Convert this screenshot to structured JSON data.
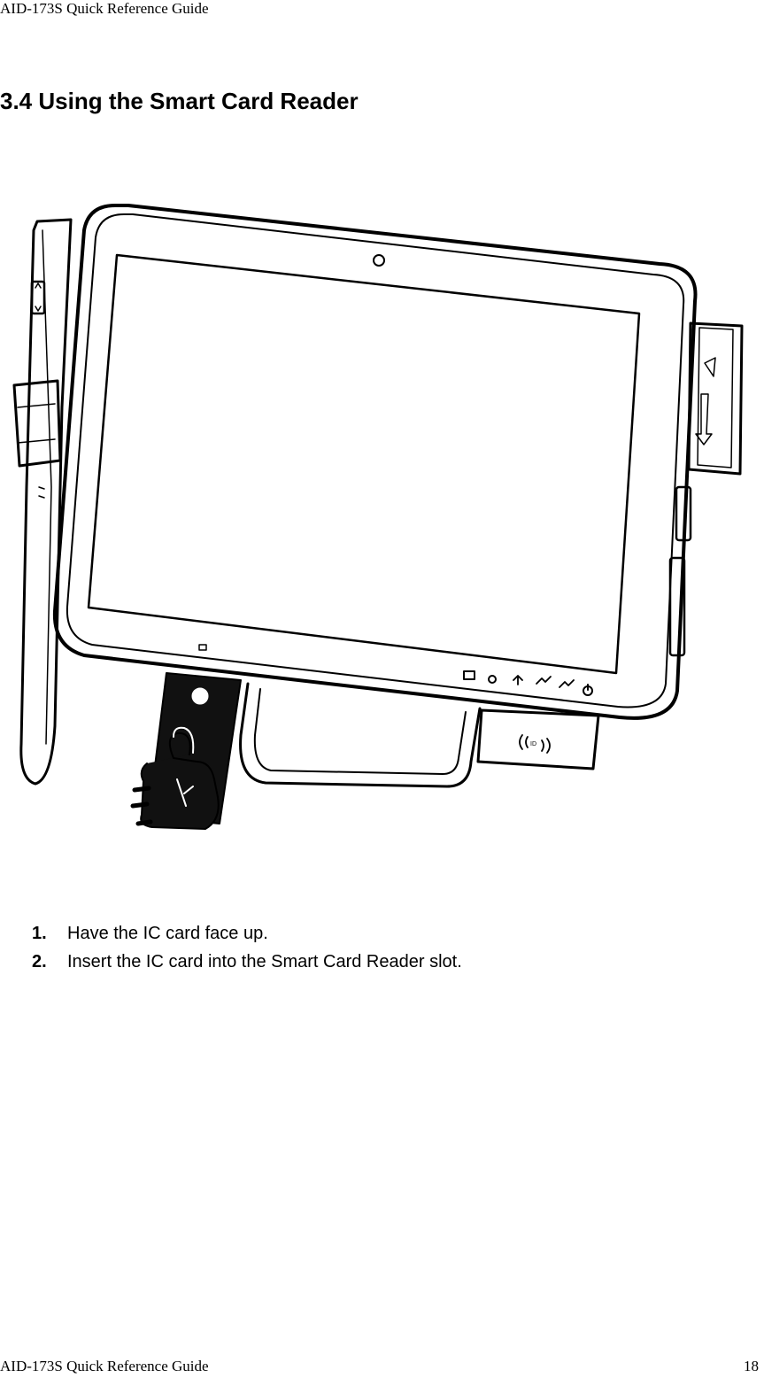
{
  "header": {
    "title": "AID-173S Quick Reference Guide"
  },
  "section": {
    "title": "3.4 Using the Smart Card Reader"
  },
  "steps": [
    {
      "num": "1.",
      "text": "Have the IC card face up."
    },
    {
      "num": "2.",
      "text": "Insert the IC card into the Smart Card Reader slot."
    }
  ],
  "footer": {
    "title": "AID-173S Quick Reference Guide",
    "page": "18"
  }
}
